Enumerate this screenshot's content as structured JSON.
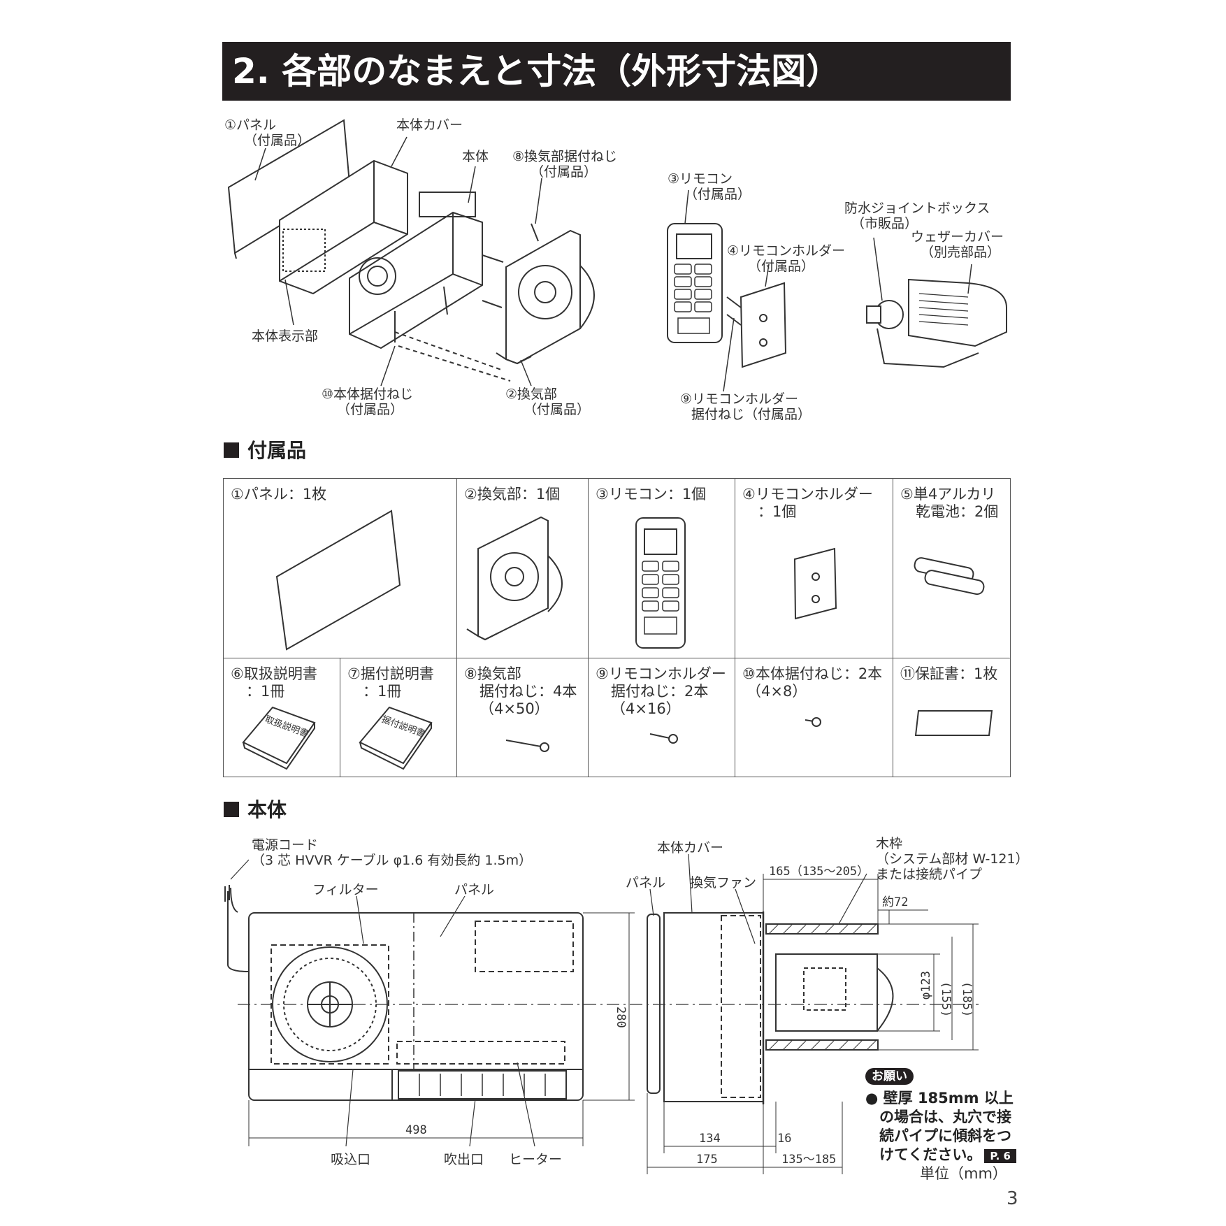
{
  "title": "2. 各部のなまえと寸法（外形寸法図）",
  "exploded": {
    "panel": [
      "①パネル",
      "（付属品）"
    ],
    "body_cover": "本体カバー",
    "body": "本体",
    "vent_screw": [
      "⑧換気部据付ねじ",
      "（付属品）"
    ],
    "body_display": "本体表示部",
    "body_screw": [
      "⑩本体据付ねじ",
      "（付属品）"
    ],
    "vent_unit": [
      "②換気部",
      "（付属品）"
    ],
    "remote": [
      "③リモコン",
      "（付属品）"
    ],
    "remote_holder": [
      "④リモコンホルダー",
      "（付属品）"
    ],
    "holder_screw": [
      "⑨リモコンホルダー",
      "据付ねじ（付属品）"
    ],
    "joint_box": [
      "防水ジョイントボックス",
      "（市販品）"
    ],
    "weather_cover": [
      "ウェザーカバー",
      "（別売部品）"
    ]
  },
  "accessories_heading": "付属品",
  "accessories": [
    {
      "l1": "①パネル：1枚",
      "l2": ""
    },
    {
      "l1": "②換気部：1個",
      "l2": ""
    },
    {
      "l1": "③リモコン：1個",
      "l2": ""
    },
    {
      "l1": "④リモコンホルダー",
      "l2": "：1個"
    },
    {
      "l1": "⑤単4アルカリ",
      "l2": "乾電池：2個"
    },
    {
      "l1": "⑥取扱説明書",
      "l2": "：1冊"
    },
    {
      "l1": "⑦据付説明書",
      "l2": "：1冊"
    },
    {
      "l1": "⑧換気部",
      "l2": "据付ねじ：4本",
      "l3": "（4×50）"
    },
    {
      "l1": "⑨リモコンホルダー",
      "l2": "据付ねじ：2本",
      "l3": "（4×16）"
    },
    {
      "l1": "⑩本体据付ねじ：2本",
      "l2": "（4×8）"
    },
    {
      "l1": "⑪保証書：1枚",
      "l2": ""
    }
  ],
  "manual_labels": {
    "handling": "取扱説明書",
    "install": "据付説明書"
  },
  "body_heading": "本体",
  "drawing": {
    "cord": [
      "電源コード",
      "（3 芯 HVVR ケーブル φ1.6  有効長約 1.5m）"
    ],
    "filter": "フィルター",
    "panel": "パネル",
    "body_cover": "本体カバー",
    "panel_side": "パネル",
    "fan": "換気ファン",
    "frame": [
      "木枠",
      "（システム部材 W-121）",
      "または接続パイプ"
    ],
    "intake": "吸込口",
    "outlet": "吹出口",
    "heater": "ヒーター",
    "dim_498": "498",
    "dim_280": "280",
    "dim_134": "134",
    "dim_16": "16",
    "dim_175": "175",
    "dim_135_185": "135～185",
    "dim_165": "165（135～205）",
    "dim_72": "約72",
    "dim_123": "φ123",
    "dim_155": "(155)",
    "dim_185": "(185)"
  },
  "note": {
    "badge": "お願い",
    "lines": [
      "● 壁厚 185mm 以上",
      "の場合は、丸穴で接",
      "続パイプに傾斜をつ",
      "けてください。"
    ],
    "ref": "P. 6"
  },
  "unit": "単位（mm）",
  "page_number": "3"
}
